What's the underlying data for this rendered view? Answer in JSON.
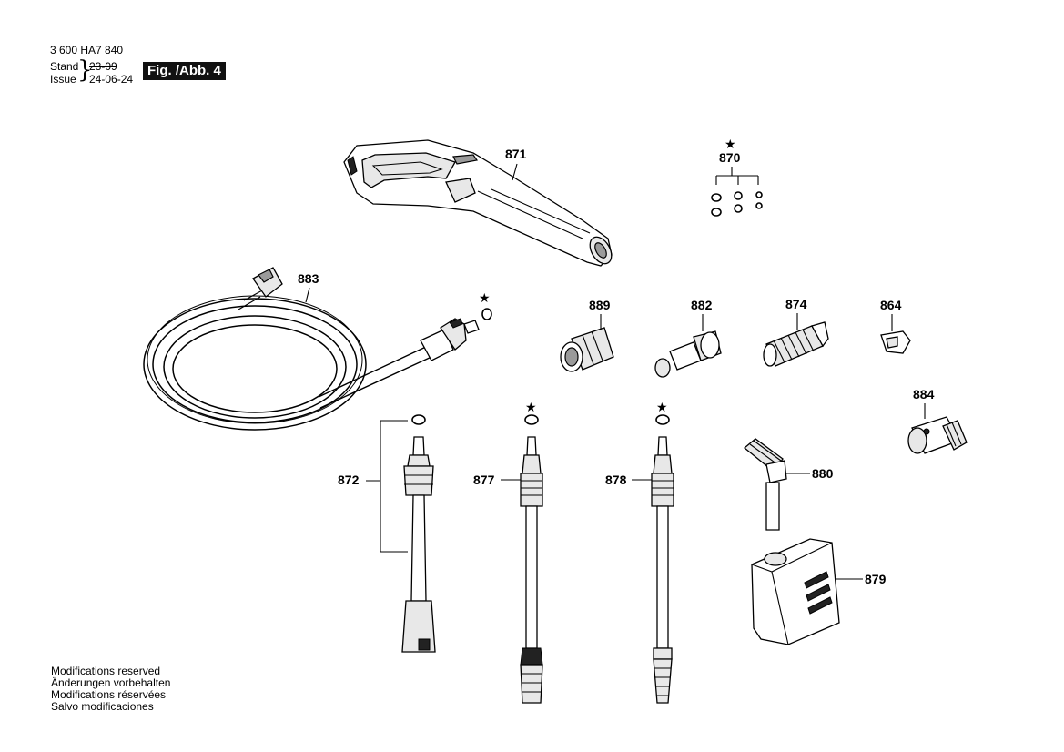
{
  "header": {
    "doc_number": "3 600 HA7 840",
    "stand_label": "Stand",
    "issue_label": "Issue",
    "date_old": "23-09",
    "date_new": "24-06-24",
    "figure": "Fig. /Abb. 4"
  },
  "footer": {
    "lines": [
      "Modifications reserved",
      "Änderungen vorbehalten",
      "Modifications réservées",
      "Salvo modificaciones"
    ]
  },
  "parts": {
    "trigger_gun": "871",
    "seal_kit": "870",
    "hose": "883",
    "adapter_889": "889",
    "adapter_882": "882",
    "nozzle_874": "874",
    "clip_864": "864",
    "coupling_884": "884",
    "lance_872": "872",
    "lance_877": "877",
    "lance_878": "878",
    "suction_880": "880",
    "detergent_tank_879": "879"
  },
  "symbols": {
    "star": "★"
  }
}
